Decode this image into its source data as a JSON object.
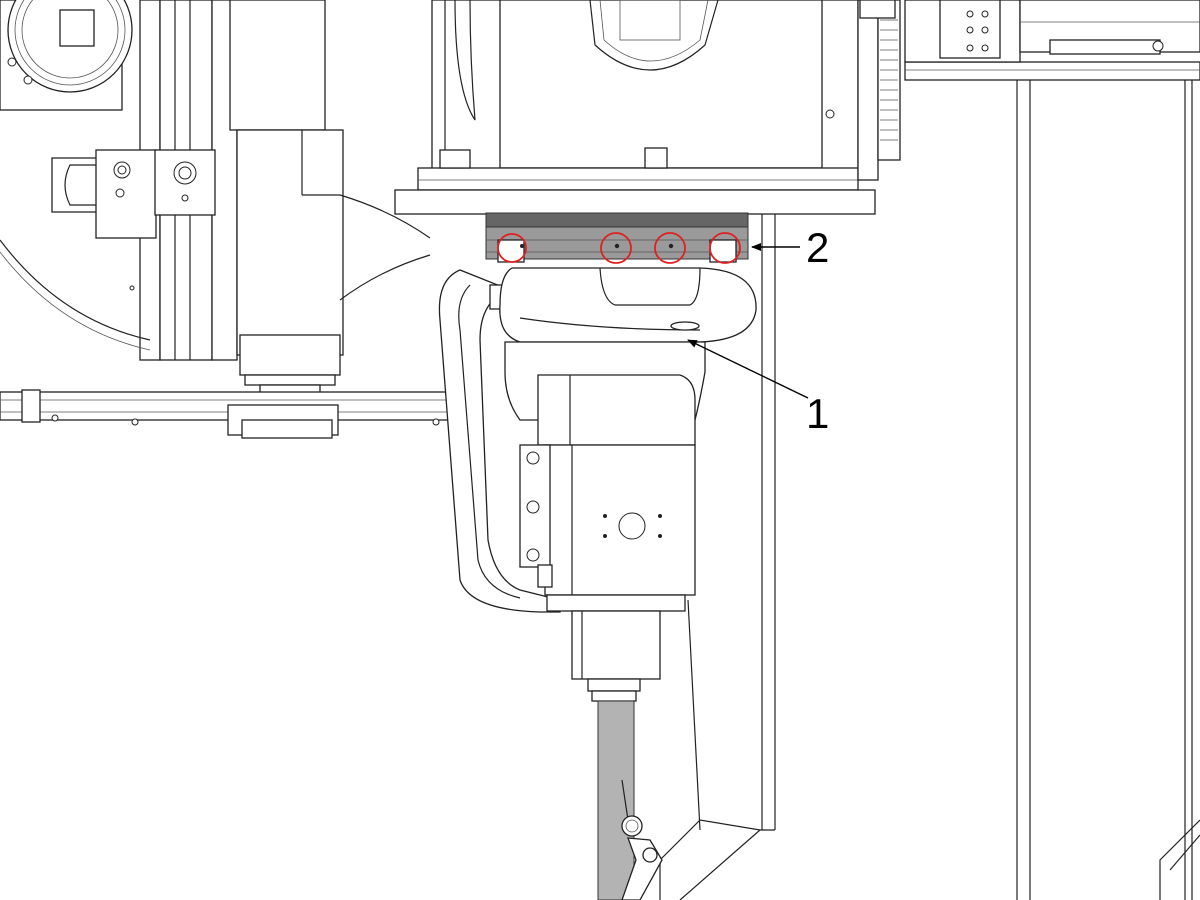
{
  "callouts": [
    {
      "id": "1",
      "label": "1"
    },
    {
      "id": "2",
      "label": "2"
    }
  ],
  "colors": {
    "highlight": "#e02020",
    "line": "#222222",
    "shaft": "#b3b3b3",
    "mount_plate": "#7f7f7f"
  }
}
